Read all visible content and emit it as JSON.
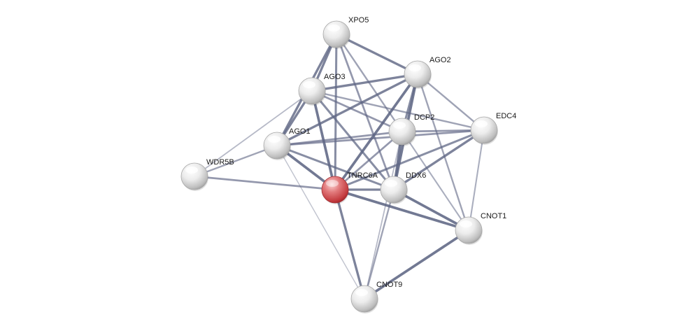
{
  "network": {
    "colors": {
      "edge": "#5f6684",
      "node_default": "#e2e2e2",
      "node_query": "#d9595e",
      "background": "#ffffff"
    },
    "nodes": [
      {
        "id": "XPO5",
        "label": "XPO5",
        "query": false
      },
      {
        "id": "AGO2",
        "label": "AGO2",
        "query": false
      },
      {
        "id": "AGO3",
        "label": "AGO3",
        "query": false
      },
      {
        "id": "DCP2",
        "label": "DCP2",
        "query": false
      },
      {
        "id": "EDC4",
        "label": "EDC4",
        "query": false
      },
      {
        "id": "AGO1",
        "label": "AGO1",
        "query": false
      },
      {
        "id": "WDR5B",
        "label": "WDR5B",
        "query": false
      },
      {
        "id": "TNRC6A",
        "label": "TNRC6A",
        "query": true
      },
      {
        "id": "DDX6",
        "label": "DDX6",
        "query": false
      },
      {
        "id": "CNOT1",
        "label": "CNOT1",
        "query": false
      },
      {
        "id": "CNOT9",
        "label": "CNOT9",
        "query": false
      }
    ],
    "edges": [
      {
        "source": "XPO5",
        "target": "AGO2",
        "strength": 0.8
      },
      {
        "source": "XPO5",
        "target": "AGO3",
        "strength": 0.8
      },
      {
        "source": "XPO5",
        "target": "AGO1",
        "strength": 0.8
      },
      {
        "source": "XPO5",
        "target": "TNRC6A",
        "strength": 0.7
      },
      {
        "source": "XPO5",
        "target": "DCP2",
        "strength": 0.5
      },
      {
        "source": "XPO5",
        "target": "DDX6",
        "strength": 0.6
      },
      {
        "source": "AGO2",
        "target": "AGO3",
        "strength": 0.8
      },
      {
        "source": "AGO2",
        "target": "AGO1",
        "strength": 0.8
      },
      {
        "source": "AGO2",
        "target": "TNRC6A",
        "strength": 0.9
      },
      {
        "source": "AGO2",
        "target": "DCP2",
        "strength": 0.7
      },
      {
        "source": "AGO2",
        "target": "DDX6",
        "strength": 0.9
      },
      {
        "source": "AGO2",
        "target": "EDC4",
        "strength": 0.5
      },
      {
        "source": "AGO2",
        "target": "CNOT1",
        "strength": 0.5
      },
      {
        "source": "AGO3",
        "target": "AGO1",
        "strength": 0.8
      },
      {
        "source": "AGO3",
        "target": "TNRC6A",
        "strength": 0.9
      },
      {
        "source": "AGO3",
        "target": "DCP2",
        "strength": 0.6
      },
      {
        "source": "AGO3",
        "target": "DDX6",
        "strength": 0.7
      },
      {
        "source": "AGO3",
        "target": "EDC4",
        "strength": 0.5
      },
      {
        "source": "AGO3",
        "target": "WDR5B",
        "strength": 0.3
      },
      {
        "source": "AGO1",
        "target": "WDR5B",
        "strength": 0.5
      },
      {
        "source": "AGO1",
        "target": "TNRC6A",
        "strength": 0.9
      },
      {
        "source": "AGO1",
        "target": "DCP2",
        "strength": 0.6
      },
      {
        "source": "AGO1",
        "target": "DDX6",
        "strength": 0.7
      },
      {
        "source": "AGO1",
        "target": "EDC4",
        "strength": 0.6
      },
      {
        "source": "AGO1",
        "target": "CNOT9",
        "strength": 0.2
      },
      {
        "source": "WDR5B",
        "target": "TNRC6A",
        "strength": 0.6
      },
      {
        "source": "DCP2",
        "target": "EDC4",
        "strength": 0.6
      },
      {
        "source": "DCP2",
        "target": "DDX6",
        "strength": 0.9
      },
      {
        "source": "DCP2",
        "target": "TNRC6A",
        "strength": 0.6
      },
      {
        "source": "DCP2",
        "target": "CNOT1",
        "strength": 0.4
      },
      {
        "source": "DCP2",
        "target": "CNOT9",
        "strength": 0.3
      },
      {
        "source": "EDC4",
        "target": "DDX6",
        "strength": 0.8
      },
      {
        "source": "EDC4",
        "target": "TNRC6A",
        "strength": 0.7
      },
      {
        "source": "EDC4",
        "target": "CNOT1",
        "strength": 0.4
      },
      {
        "source": "TNRC6A",
        "target": "DDX6",
        "strength": 0.8
      },
      {
        "source": "TNRC6A",
        "target": "CNOT1",
        "strength": 0.9
      },
      {
        "source": "TNRC6A",
        "target": "CNOT9",
        "strength": 0.8
      },
      {
        "source": "DDX6",
        "target": "CNOT1",
        "strength": 0.9
      },
      {
        "source": "DDX6",
        "target": "CNOT9",
        "strength": 0.5
      },
      {
        "source": "CNOT1",
        "target": "CNOT9",
        "strength": 0.9
      }
    ]
  }
}
